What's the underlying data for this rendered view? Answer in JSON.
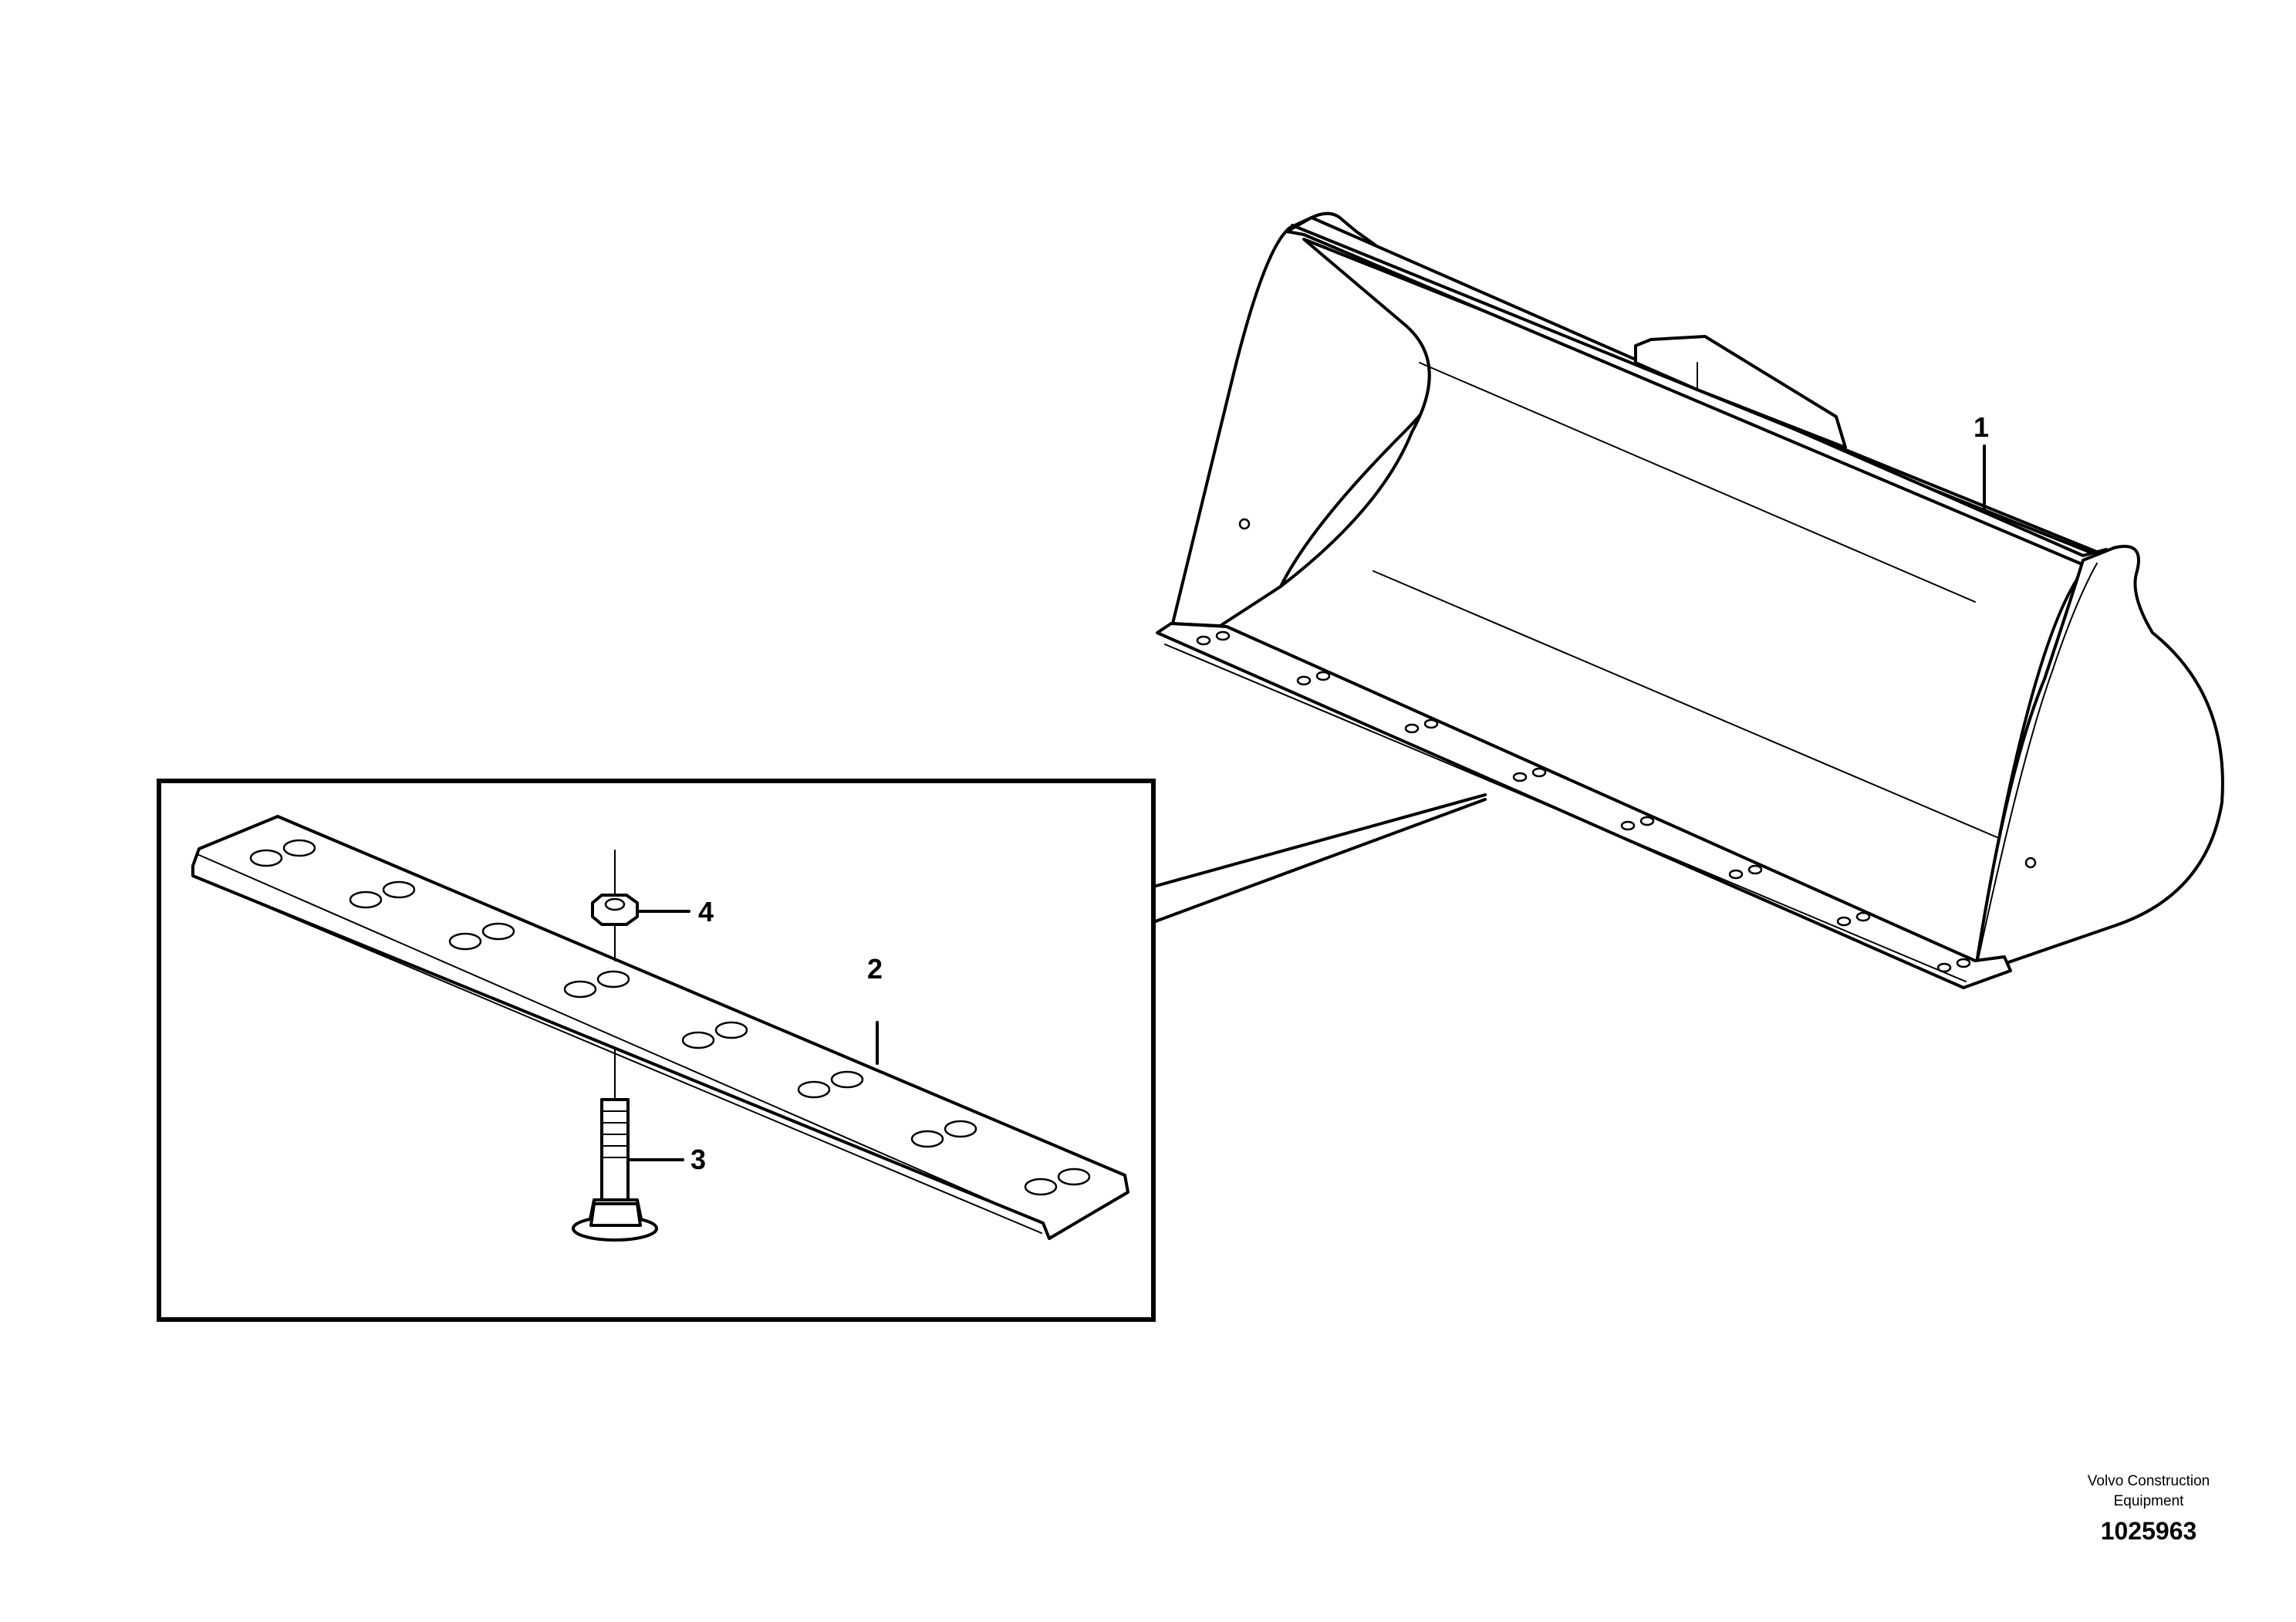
{
  "callouts": {
    "bucket": "1",
    "cutting_edge": "2",
    "bolt": "3",
    "nut": "4"
  },
  "footer": {
    "maker_line1": "Volvo Construction",
    "maker_line2": "Equipment",
    "figure_number": "1025963"
  }
}
